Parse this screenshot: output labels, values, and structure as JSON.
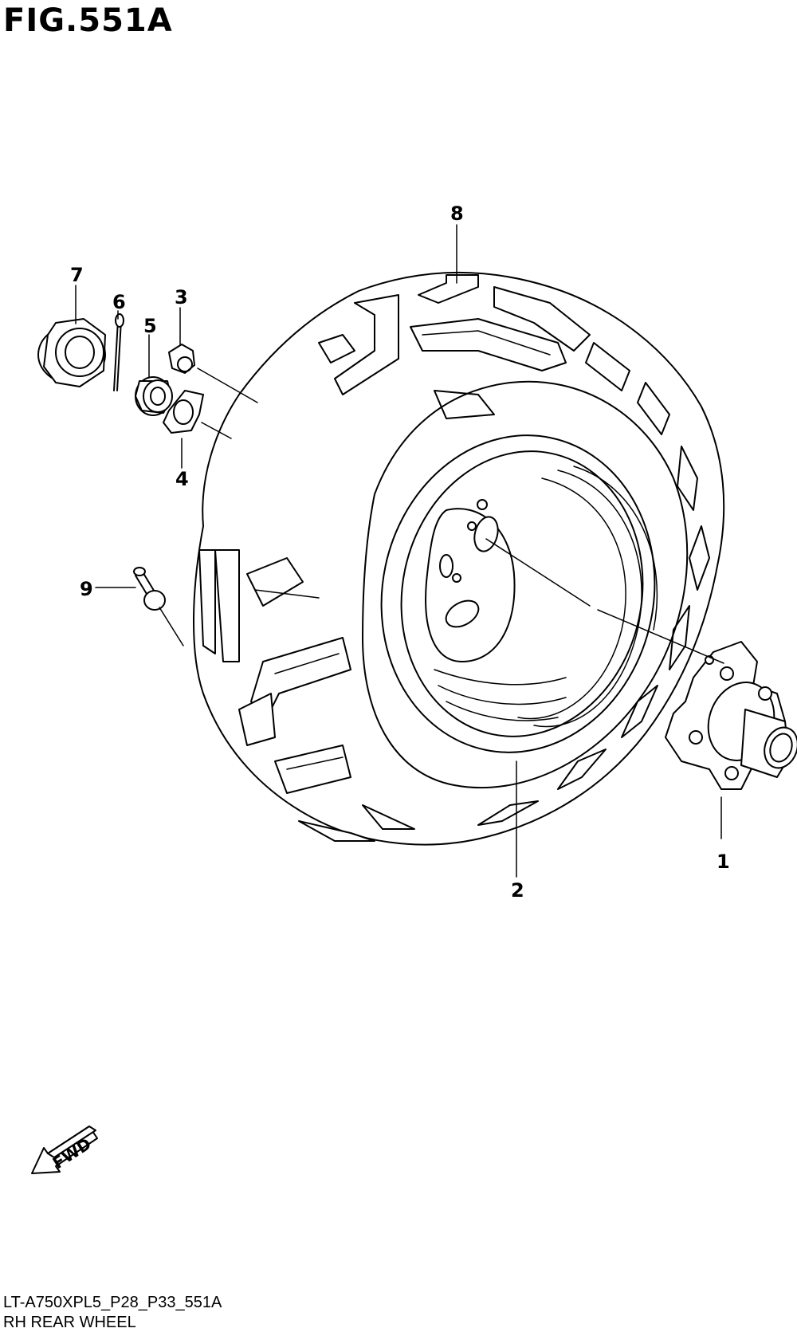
{
  "figure": {
    "title": "FIG.551A"
  },
  "callouts": {
    "c1": "1",
    "c2": "2",
    "c3": "3",
    "c4": "4",
    "c5": "5",
    "c6": "6",
    "c7": "7",
    "c8": "8",
    "c9": "9"
  },
  "direction_arrow": {
    "label": "FWD"
  },
  "footer": {
    "code": "LT-A750XPL5_P28_P33_551A",
    "name": "RH REAR WHEEL"
  }
}
